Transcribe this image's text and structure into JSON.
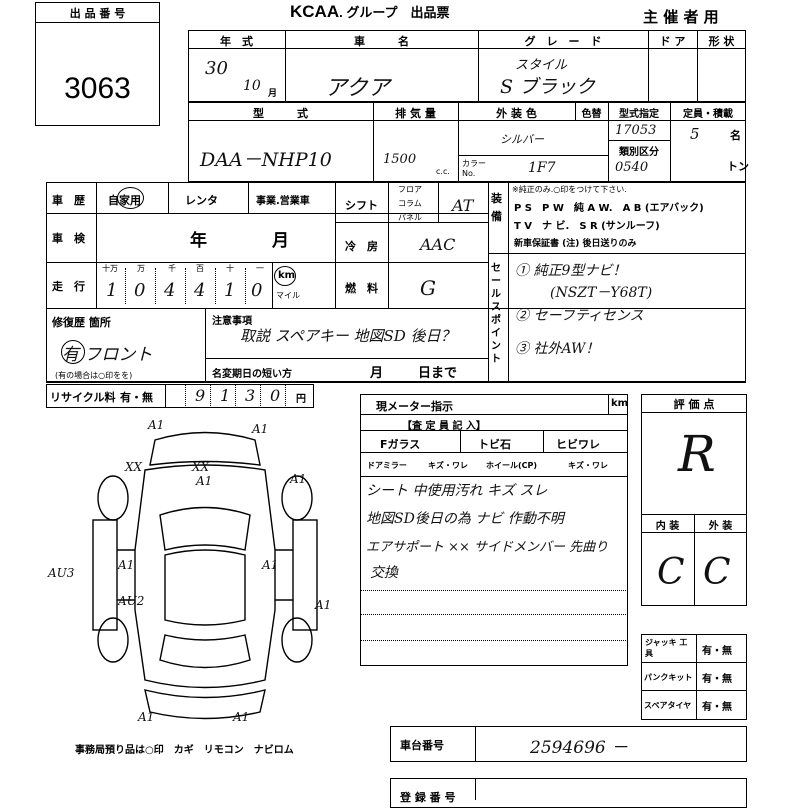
{
  "header": {
    "lot_label": "出 品 番 号",
    "lot_number": "3063",
    "org": "KCAA",
    "org_suffix": ". グループ　出品票",
    "host": "主 催 者 用"
  },
  "row1": {
    "year_label": "年　式",
    "name_label": "車　　　名",
    "grade_label": "グ　レ　ー　ド",
    "door_label": "ド ア",
    "shape_label": "形 状",
    "year_value": "30",
    "month_value": "10",
    "month_suffix": "月",
    "name_value": "アクア",
    "grade_value_1": "スタイル",
    "grade_value_2": "S ブラック"
  },
  "row2": {
    "model_label": "型　　　式",
    "displacement_label": "排 気 量",
    "color_label": "外 装 色",
    "color_change_label": "色替",
    "type_label": "型式指定",
    "category_label": "類別区分",
    "capacity_label": "定員・積載",
    "model_value": "DAA－NHP10",
    "displacement_value": "1500",
    "cc_unit": "c.c.",
    "color_value": "シルバー",
    "color_no_label": "カラー No.",
    "color_no_value": "1F7",
    "type_value": "17053",
    "category_value": "0540",
    "capacity_value": "5",
    "capacity_unit": "名",
    "ton_unit": "トン"
  },
  "history": {
    "label": "車　歴",
    "options": [
      "自家用",
      "レンタ",
      "事業.営業車"
    ],
    "inspection_label": "車　検",
    "inspection_year": "年",
    "inspection_month": "月",
    "mileage_label": "走　行",
    "mileage_units": [
      "十万",
      "万",
      "千",
      "百",
      "十",
      "一"
    ],
    "mileage_digits": [
      "1",
      "0",
      "4",
      "4",
      "1",
      "0"
    ],
    "km_label": "km",
    "mile_label": "マイル"
  },
  "shift": {
    "label": "シフト",
    "options": [
      "フロア",
      "コラム",
      "パネル"
    ],
    "value": "AT",
    "ac_label": "冷　房",
    "ac_value": "AAC",
    "fuel_label": "燃　料",
    "fuel_value": "G"
  },
  "equipment": {
    "label": "装 備",
    "note": "※純正のみ.○印をつけて下さい.",
    "line1": "P S　P W　純 A W.　A B (エアバック)",
    "line2": "T V　ナ ビ.　S R (サンルーフ)",
    "warranty": "新車保証書 (注) 後日送りのみ"
  },
  "sales_points": {
    "label": "セールスポイント",
    "items": [
      "① 純正9型ナビ！",
      "(NSZT－Y68T)",
      "② セーフティセンス",
      "③ 社外AW！"
    ]
  },
  "repair": {
    "label": "修復歴 箇所",
    "value": "有 フロント",
    "note": "(有の場合は○印をを)",
    "attention_label": "注意事項",
    "attention_value": "取説 スペアキー 地図SD 後日？",
    "name_change_label": "名変期日の短い方",
    "month": "月",
    "day": "日まで"
  },
  "recycle": {
    "label": "リサイクル料",
    "options": "有・無",
    "digits": [
      "9",
      "1",
      "3",
      "0"
    ],
    "unit": "円"
  },
  "inspection": {
    "meter_label": "現メーター指示",
    "km": "km",
    "inspector_label": "【査 定 員 記 入】",
    "items": [
      "Fガラス",
      "トビ石",
      "ヒビワレ"
    ],
    "items2": [
      "ドアミラー",
      "キズ・ワレ",
      "ホイール(CP)",
      "キズ・ワレ"
    ],
    "notes": [
      "シート 中使用汚れ キズ スレ",
      "地図SD後日の為 ナビ 作動不明",
      "エアサポート ×× サイドメンバー 先曲り",
      "交換"
    ]
  },
  "rating": {
    "label": "評 価 点",
    "score": "R",
    "interior_label": "内 装",
    "exterior_label": "外 装",
    "interior": "C",
    "exterior": "C"
  },
  "tools": {
    "jack_label": "ジャッキ 工　具",
    "puncture_label": "パンクキット",
    "spare_label": "スペアタイヤ",
    "opt": "有・無"
  },
  "diagram": {
    "marks": [
      "A1",
      "A1",
      "XX",
      "XX",
      "A1",
      "A1",
      "A1",
      "A1",
      "AU2",
      "A1",
      "A1",
      "A1",
      "AU3"
    ],
    "footer": "事務局預り品は○印　カギ　リモコン　ナビロム"
  },
  "chassis": {
    "label": "車台番号",
    "value": "2594696 －"
  },
  "registration": {
    "label": "登 録 番 号"
  }
}
